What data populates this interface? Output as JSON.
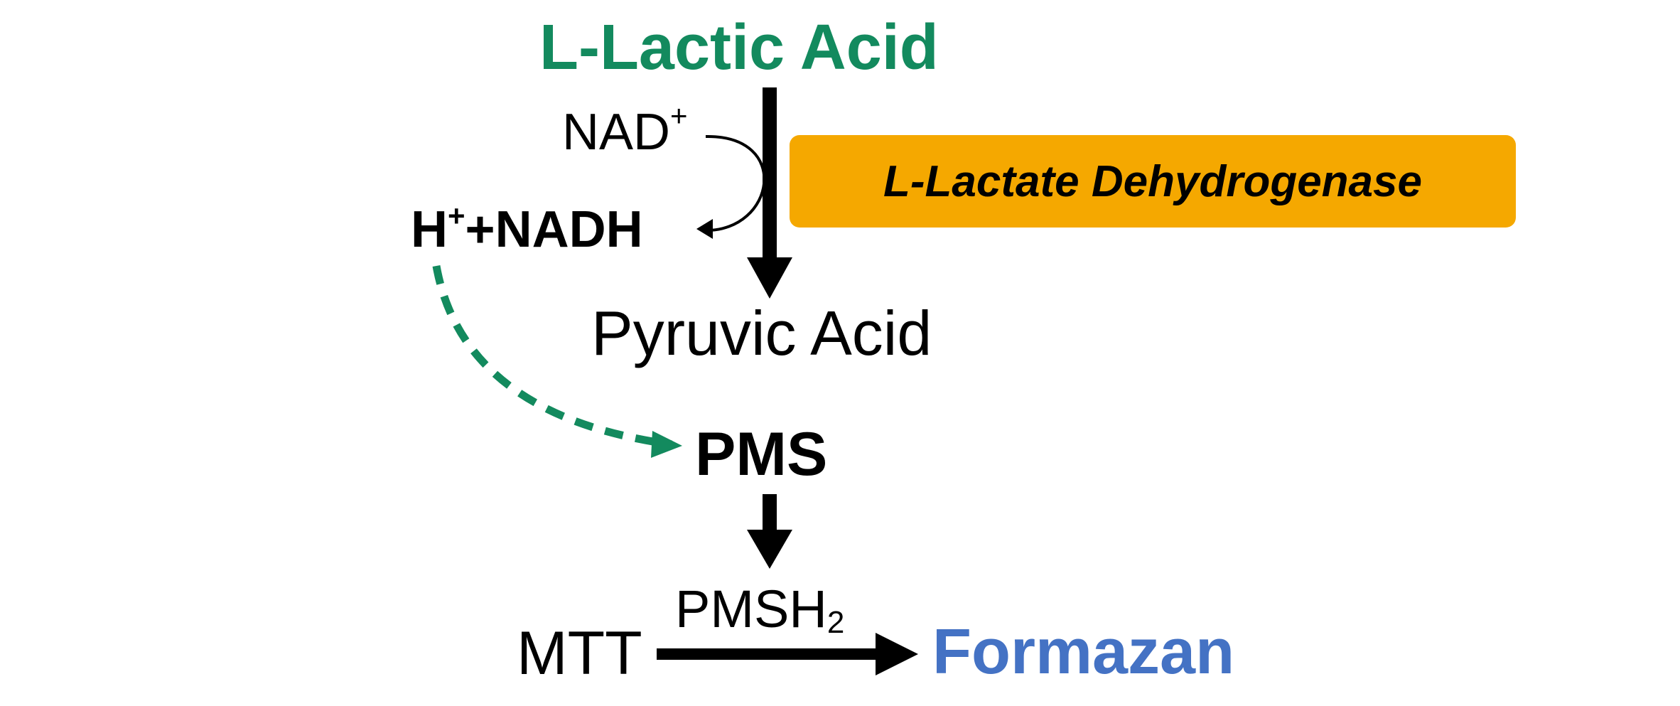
{
  "nodes": {
    "substrate": "L-Lactic Acid",
    "cofactor_in": "NAD",
    "cofactor_in_charge": "+",
    "cofactor_out_h": "H",
    "cofactor_out_plus": "+",
    "cofactor_out_rest": "+NADH",
    "enzyme": "L-Lactate Dehydrogenase",
    "product": "Pyruvic Acid",
    "mediator": "PMS",
    "reduced_mediator": "PMSH",
    "reduced_mediator_subscript": "2",
    "dye_in": "MTT",
    "dye_out": "Formazan"
  },
  "colors": {
    "substrate": "#138a5e",
    "enzyme_fill": "#f5a800",
    "electron_transfer": "#138a5e",
    "formazan": "#4472c4",
    "arrows": "#000000"
  },
  "icons": {
    "main_arrow": "down-arrow",
    "cofactor_arrow": "curved-arrow",
    "electron_arrow": "dashed-curved-arrow",
    "pms_arrow": "down-arrow",
    "dye_arrow": "right-arrow"
  }
}
